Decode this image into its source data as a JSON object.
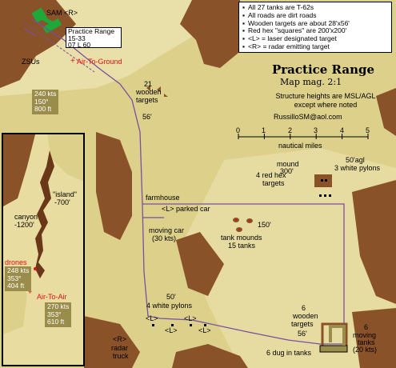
{
  "legend": {
    "items": [
      "All 27 tanks are T-62s",
      "All roads are dirt roads",
      "Wooden targets are about 28'x56'",
      "Red hex \"squares\" are 200'x200'",
      "<L> = laser designated target",
      "<R> = radar emitting target"
    ]
  },
  "title": "Practice Range",
  "subtitle": "Map mag. 2:1",
  "note": "Structure heights are MSL/AGL except where noted",
  "email": "RussilloSM@aol.com",
  "scale": {
    "ticks": [
      "0",
      "1",
      "2",
      "3",
      "4",
      "5"
    ],
    "unit": "nautical miles"
  },
  "sam": "SAM <R>",
  "range_box": {
    "name": "Practice Range",
    "runway": "15-33",
    "freq": "07 L 60"
  },
  "zsus": "ZSUs",
  "air_to_ground": "Air-To-Ground",
  "speed_box_top": {
    "speed": "240 kts",
    "heading": "150°",
    "alt": "800 ft"
  },
  "wooden_21": {
    "count": "21",
    "type": "wooden",
    "kind": "targets",
    "height": "56'"
  },
  "inset": {
    "island_label": "\"island\"",
    "island_height": "-700'",
    "canyon_label": "canyon",
    "canyon_height": "-1200'",
    "drones_label": "drones",
    "drones_box": {
      "speed": "248 kts",
      "heading": "353°",
      "alt": "404 ft"
    },
    "air_to_air": "Air-To-Air",
    "air_box": {
      "speed": "270 kts",
      "heading": "353°",
      "alt": "610 ft"
    }
  },
  "mound": {
    "height_agl": "50'agl",
    "pylons": "3 white pylons",
    "label": "mound",
    "height": "300'",
    "hex_count": "4 red hex",
    "hex_kind": "targets"
  },
  "farmhouse": "farmhouse",
  "parked_car": "<L> parked car",
  "moving_car": {
    "label": "moving car",
    "speed": "(30 kts)"
  },
  "tank_mounds": {
    "height": "150'",
    "label": "tank mounds",
    "count": "15 tanks"
  },
  "pylons_bottom": {
    "height": "50'",
    "label": "4 white pylons",
    "laser": "<L>"
  },
  "wooden_6": {
    "count": "6",
    "type": "wooden",
    "kind": "targets",
    "height": "56'"
  },
  "moving_tanks": {
    "count": "6",
    "label": "moving",
    "kind": "tanks",
    "speed": "(20 kts)"
  },
  "dug_tanks": "6 dug in tanks",
  "radar_truck": {
    "tag": "<R>",
    "label": "radar",
    "kind": "truck"
  },
  "colors": {
    "field": "#ddd08a",
    "field_light": "#e9dfa8",
    "brown": "#8a5228",
    "road": "#7a4fa0",
    "green": "#1ea83a",
    "red": "#e01010"
  }
}
